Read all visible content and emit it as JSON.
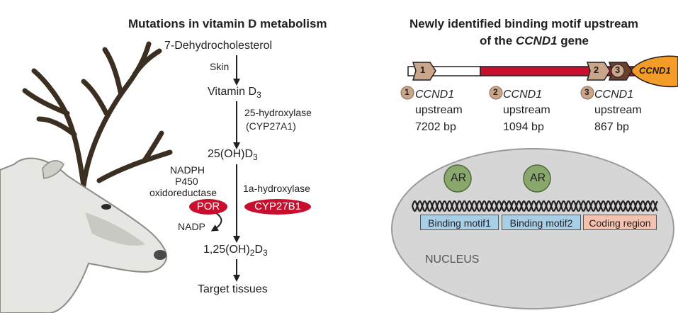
{
  "left": {
    "title": "Mutations in vitamin D metabolism",
    "step1": "7-Dehydrocholesterol",
    "arrow1_label": "Skin",
    "step2_main": "Vitamin D",
    "step2_sub": "3",
    "arrow2_label_line1": "25-hydroxylase",
    "arrow2_label_line2": "(CYP27A1)",
    "step3_main": "25(OH)D",
    "step3_sub": "3",
    "side_line1": "NADPH",
    "side_line2": "P450",
    "side_line3": "oxidoreductase",
    "enzyme1_label": "1a-hydroxylase",
    "badge_por": "POR",
    "badge_cyp": "CYP27B1",
    "nadp": "NADP",
    "step4_pre": "1,25(OH)",
    "step4_sub2": "2",
    "step4_d": "D",
    "step4_sub3": "3",
    "step5": "Target tissues"
  },
  "right": {
    "title_line1": "Newly identified binding motif upstream",
    "title_line2_pre": "of the ",
    "title_line2_gene": "CCND1",
    "title_line2_post": " gene",
    "gene_label": "CCND1",
    "markers": [
      "1",
      "2",
      "3"
    ],
    "legend": [
      {
        "num": "1",
        "gene": "CCND1",
        "line2": "upstream",
        "bp": "7202 bp"
      },
      {
        "num": "2",
        "gene": "CCND1",
        "line2": "upstream",
        "bp": "1094 bp"
      },
      {
        "num": "3",
        "gene": "CCND1",
        "line2": "upstream",
        "bp": "867 bp"
      }
    ],
    "ar_labels": [
      "AR",
      "AR"
    ],
    "motifs": [
      "Binding motif1",
      "Binding motif2",
      "Coding region"
    ],
    "nucleus": "NUCLEUS"
  },
  "colors": {
    "red": "#c8102e",
    "orange": "#f39c28",
    "tan": "#c9a68a",
    "ar_green": "#8aa76e",
    "motif_blue": "#a9cfe6",
    "coding_pink": "#f3c3b0",
    "nucleus_gray": "#d6d6d6"
  }
}
